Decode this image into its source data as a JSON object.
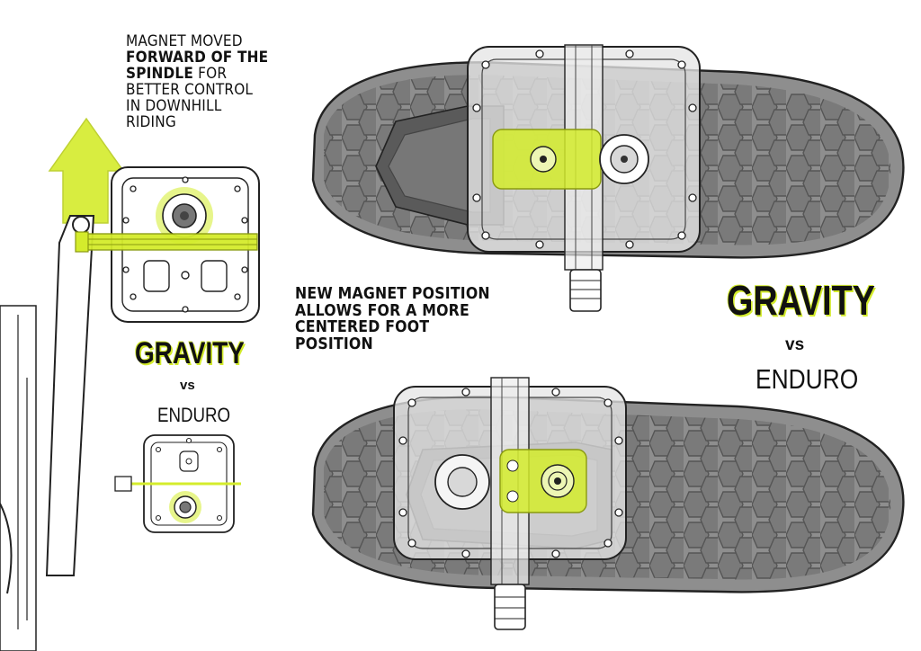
{
  "captions": {
    "magnet_moved": {
      "line1": "MAGNET MOVED",
      "bold": [
        "FORWARD OF THE",
        "SPINDLE"
      ],
      "rest": [
        "FOR",
        "BETTER CONTROL",
        "IN DOWNHILL",
        "RIDING"
      ]
    },
    "new_position": [
      "NEW MAGNET POSITION",
      "ALLOWS FOR A MORE",
      "CENTERED FOOT POSITION"
    ]
  },
  "labels": {
    "gravity": "GRAVITY",
    "vs": "vs",
    "enduro": "ENDURO"
  },
  "colors": {
    "accent": "#d4ec2c",
    "sole": "#8a8a8a",
    "sole_lugs": "#777777",
    "outline": "#222222",
    "pedal_glass": "#e9e9e9"
  },
  "icons": [
    "arrow-up-icon",
    "crank-arm-icon",
    "pedal-gravity-icon",
    "pedal-enduro-icon",
    "shoe-sole-icon"
  ]
}
